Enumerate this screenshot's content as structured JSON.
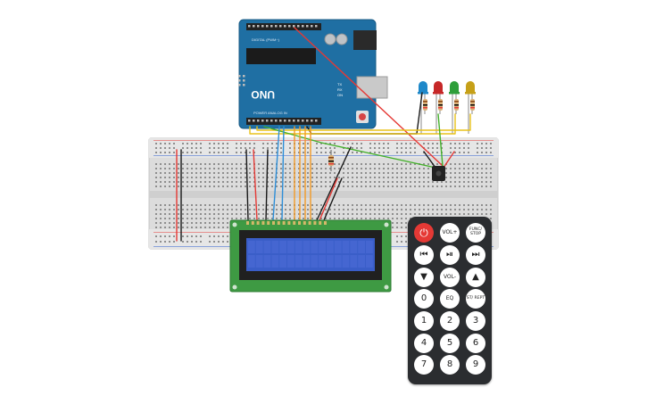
{
  "arduino": {
    "board_text": "UNO",
    "top_labels": "DIGITAL (PWM~)",
    "bottom_labels": "POWER   ANALOG IN",
    "tx_label": "TX",
    "rx_label": "RX",
    "on_label": "ON"
  },
  "leds": [
    {
      "color": "#1e88c9"
    },
    {
      "color": "#c62828"
    },
    {
      "color": "#2e9e3a"
    },
    {
      "color": "#c6a018"
    }
  ],
  "wire_colors": {
    "red": "#e53935",
    "black": "#1a1a1a",
    "yellow": "#e8c21a",
    "green": "#43b02a",
    "blue": "#2d8ed8",
    "orange": "#f29a26"
  },
  "lcd": {
    "line1": "",
    "line2": "",
    "screen_color": "#3a5ec8"
  },
  "remote": {
    "buttons": [
      {
        "label": "⏻",
        "style": "power"
      },
      {
        "label": "VOL+",
        "style": "small"
      },
      {
        "label": "FUNC/ STOP",
        "style": "tiny"
      },
      {
        "label": "⏮",
        "style": ""
      },
      {
        "label": "⏯",
        "style": ""
      },
      {
        "label": "⏭",
        "style": ""
      },
      {
        "label": "▼",
        "style": ""
      },
      {
        "label": "VOL-",
        "style": "small"
      },
      {
        "label": "▲",
        "style": ""
      },
      {
        "label": "0",
        "style": ""
      },
      {
        "label": "EQ",
        "style": "small"
      },
      {
        "label": "ST/ REPT",
        "style": "tiny"
      },
      {
        "label": "1",
        "style": ""
      },
      {
        "label": "2",
        "style": ""
      },
      {
        "label": "3",
        "style": ""
      },
      {
        "label": "4",
        "style": ""
      },
      {
        "label": "5",
        "style": ""
      },
      {
        "label": "6",
        "style": ""
      },
      {
        "label": "7",
        "style": ""
      },
      {
        "label": "8",
        "style": ""
      },
      {
        "label": "9",
        "style": ""
      }
    ]
  }
}
